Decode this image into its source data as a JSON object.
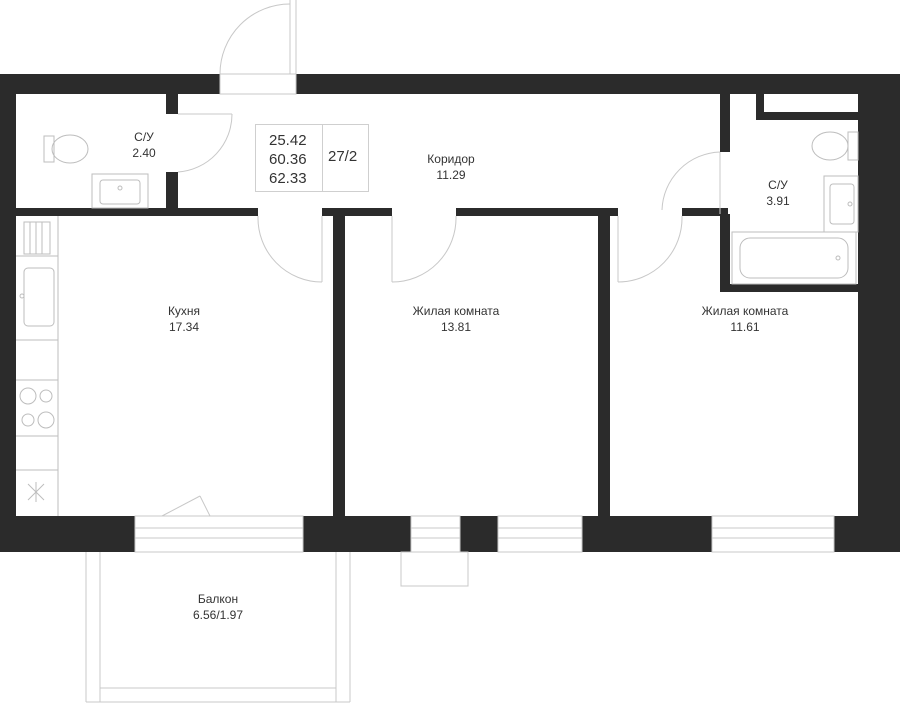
{
  "info": {
    "areas": [
      "25.42",
      "60.36",
      "62.33"
    ],
    "unit_no": "27/2"
  },
  "rooms": [
    {
      "name": "С/У",
      "area": "2.40"
    },
    {
      "name": "Коридор",
      "area": "11.29"
    },
    {
      "name": "С/У",
      "area": "3.91"
    },
    {
      "name": "Кухня",
      "area": "17.34"
    },
    {
      "name": "Жилая комната",
      "area": "13.81"
    },
    {
      "name": "Жилая комната",
      "area": "11.61"
    },
    {
      "name": "Балкон",
      "area": "6.56/1.97"
    }
  ]
}
